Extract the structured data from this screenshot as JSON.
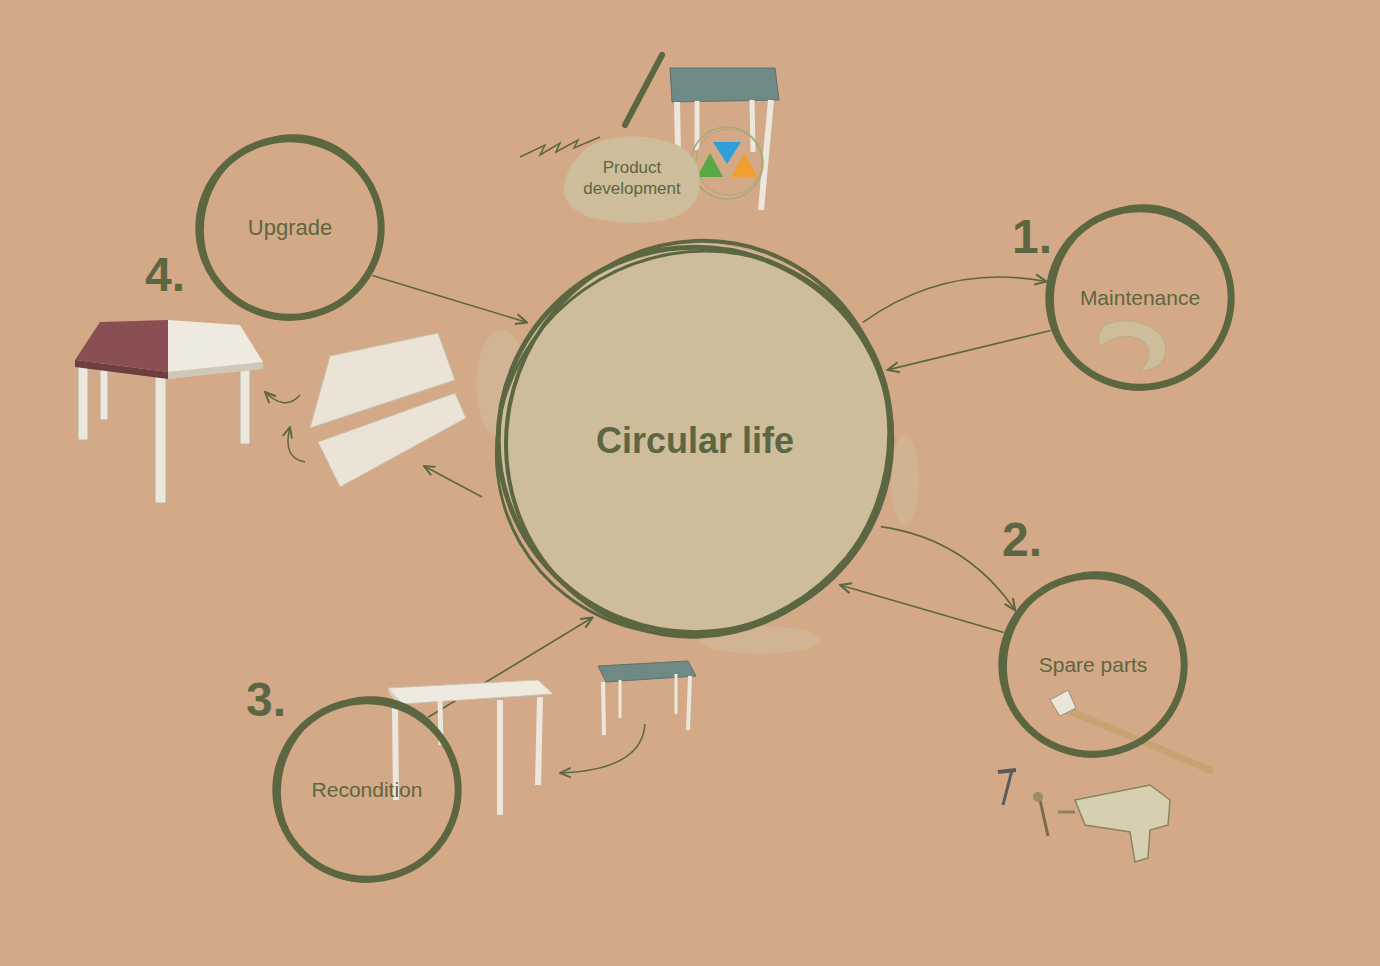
{
  "diagram": {
    "nodes": [
      {
        "text": [
          "Product development"
        ]
      },
      {
        "text": [
          "4.",
          "Upgrade"
        ]
      },
      {
        "text": [
          "1.",
          "Maintenance"
        ]
      },
      {
        "text": [
          "Circular life"
        ]
      },
      {
        "text": [
          "2.",
          "Spare parts"
        ]
      },
      {
        "text": [
          "3.",
          "Recondition"
        ]
      }
    ],
    "edges": [
      {
        "from": 3,
        "to": 2,
        "arrow": "to"
      },
      {
        "from": 2,
        "to": 3,
        "arrow": "to"
      },
      {
        "from": 3,
        "to": 4,
        "arrow": "to"
      },
      {
        "from": 4,
        "to": 3,
        "arrow": "to"
      },
      {
        "from": 1,
        "to": 3,
        "arrow": "to"
      },
      {
        "from": 5,
        "to": 3,
        "arrow": "to"
      }
    ]
  }
}
